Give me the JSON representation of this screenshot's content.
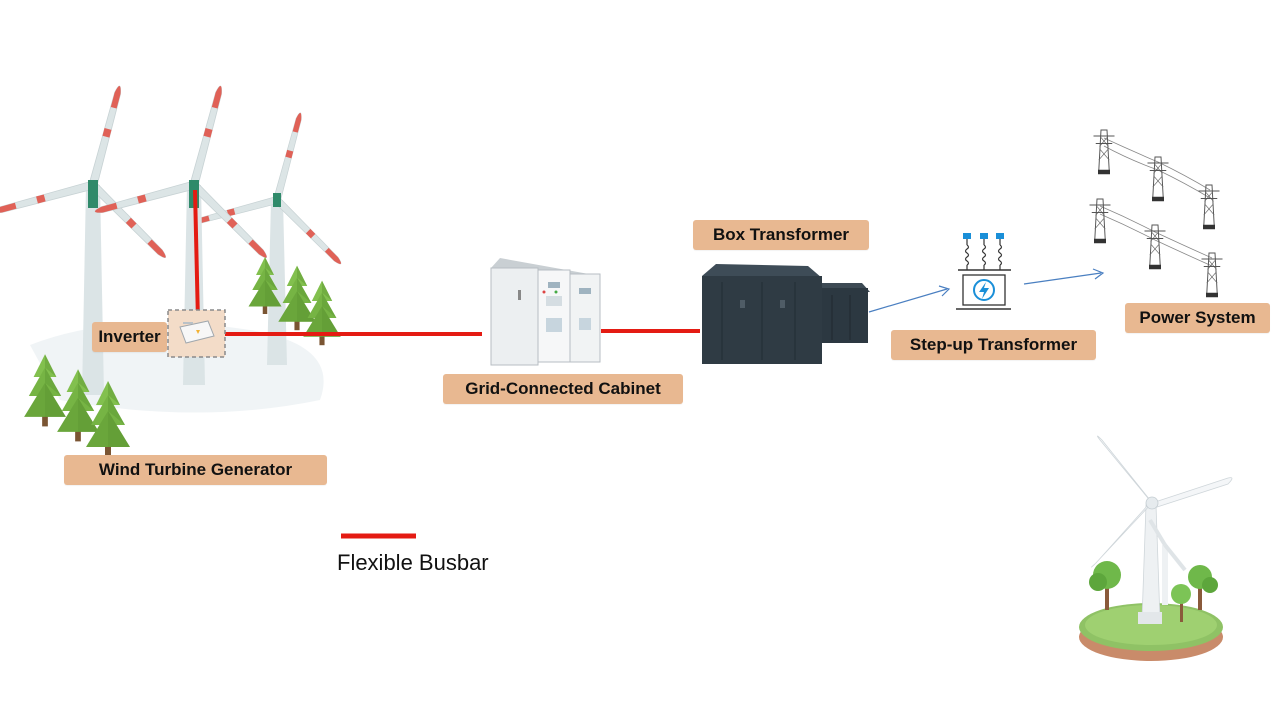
{
  "labels": {
    "inverter": "Inverter",
    "wind_turbine_generator": "Wind Turbine Generator",
    "grid_connected_cabinet": "Grid-Connected Cabinet",
    "box_transformer": "Box Transformer",
    "step_up_transformer": "Step-up Transformer",
    "power_system": "Power System"
  },
  "legend": {
    "flexible_busbar": "Flexible Busbar"
  },
  "colors": {
    "busbar": "#e41b13",
    "label_bg": "#e8b891",
    "arrow": "#4a7fc1",
    "transformer_body": "#2f3b44",
    "tree": "#7ab648"
  },
  "icons": [
    "wind-turbine-icon",
    "tree-icon",
    "inverter-icon",
    "cabinet-icon",
    "box-transformer-icon",
    "step-up-transformer-icon",
    "power-tower-icon",
    "wind-turbine-3d-icon"
  ]
}
